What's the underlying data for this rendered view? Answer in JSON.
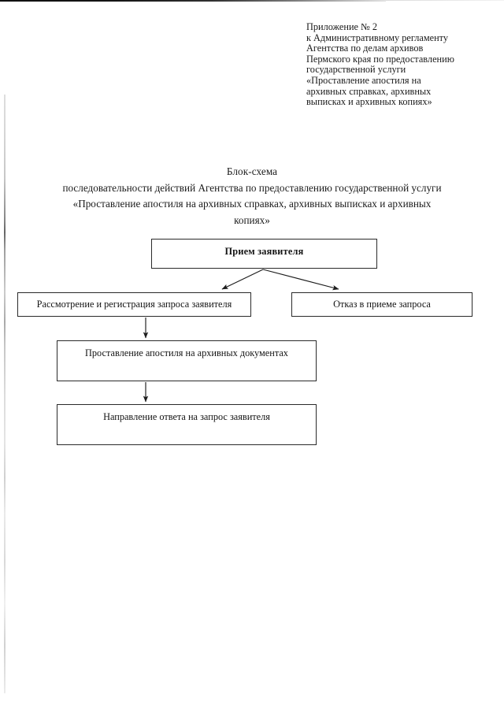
{
  "header": {
    "lines": [
      "Приложение № 2",
      "к Административному регламенту",
      "Агентства по делам архивов",
      "Пермского края по предоставлению",
      "государственной услуги",
      "«Проставление апостиля на",
      "архивных справках, архивных",
      "выписках и архивных копиях»"
    ]
  },
  "title": {
    "line1": "Блок-схема",
    "line2": "последовательности действий Агентства по предоставлению государственной услуги",
    "line3": "«Проставление апостиля на архивных справках, архивных выписках и архивных",
    "line4": "копиях»"
  },
  "flowchart": {
    "nodes": {
      "intake": "Прием заявителя",
      "review": "Рассмотрение и регистрация запроса заявителя",
      "refusal": "Отказ в приеме запроса",
      "apostille": "Проставление апостиля на архивных документах",
      "response": "Направление ответа на запрос заявителя"
    },
    "colors": {
      "border": "#2a2a2a",
      "text": "#141414",
      "background": "#ffffff"
    }
  }
}
